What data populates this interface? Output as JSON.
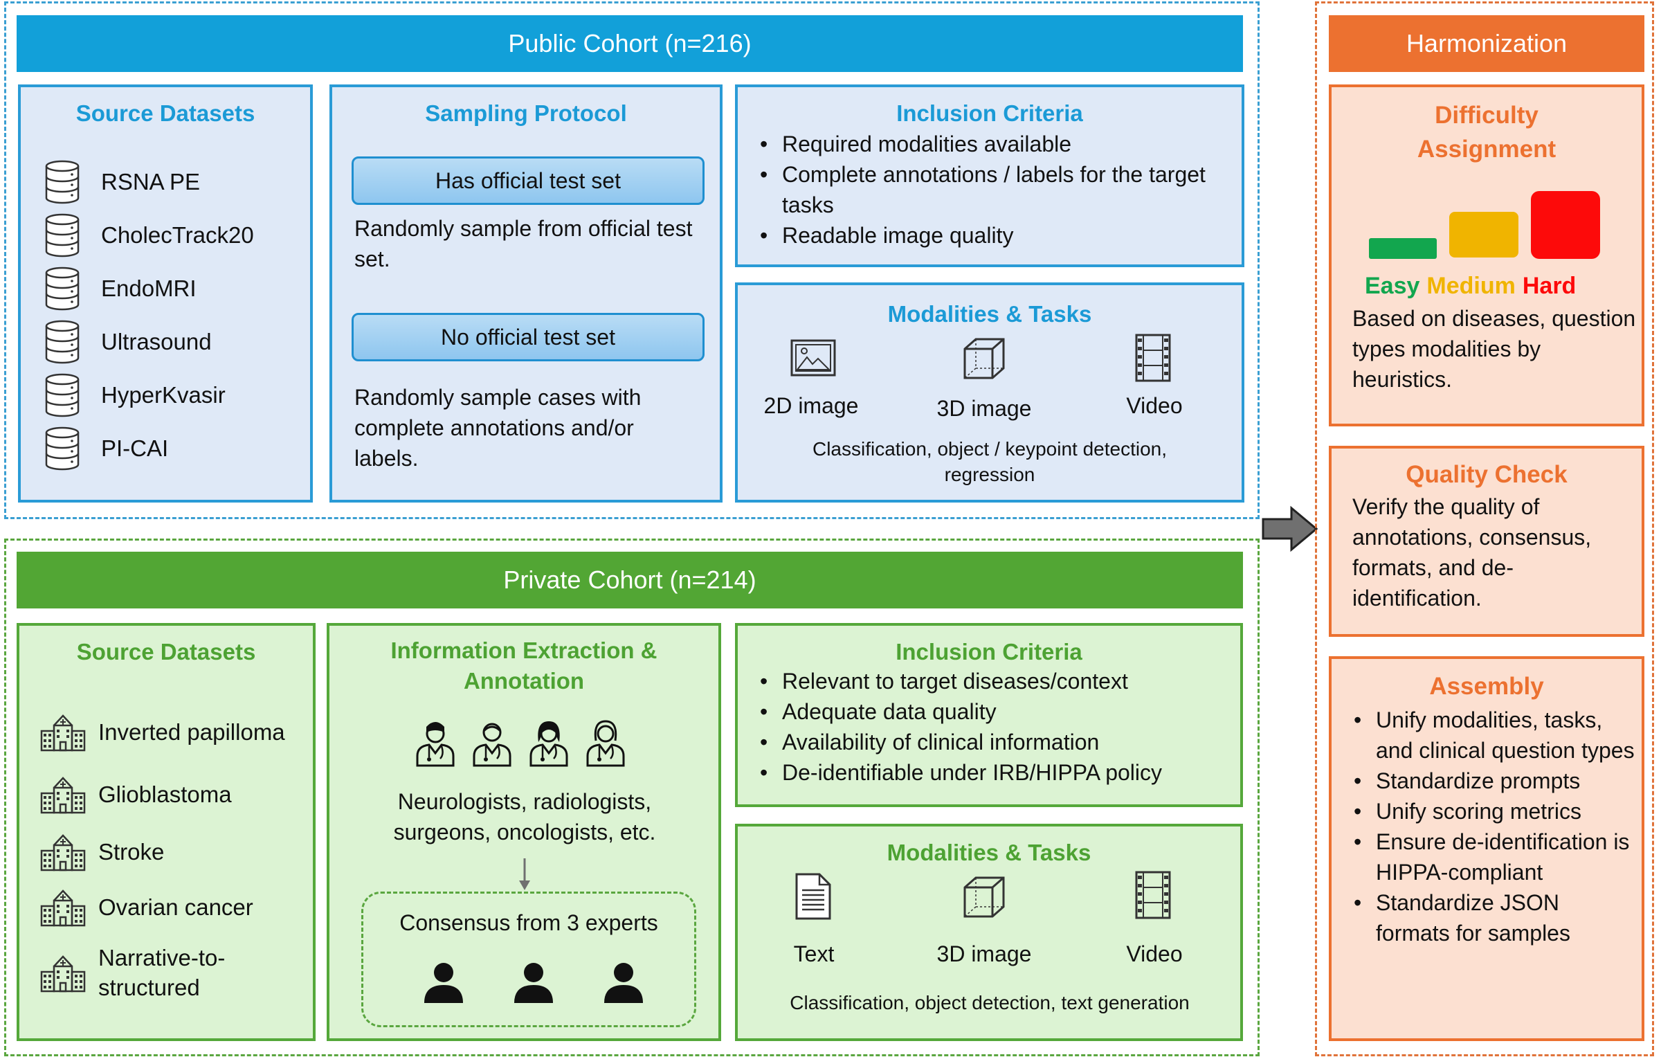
{
  "public": {
    "banner": "Public Cohort (n=216)",
    "source": {
      "title": "Source Datasets",
      "items": [
        "RSNA PE",
        "CholecTrack20",
        "EndoMRI",
        "Ultrasound",
        "HyperKvasir",
        "PI-CAI"
      ]
    },
    "sampling": {
      "title": "Sampling Protocol",
      "pill1": "Has official test set",
      "text1": "Randomly sample from official test set.",
      "pill2": "No official test set",
      "text2": "Randomly sample cases with complete annotations and/or labels."
    },
    "inclusion": {
      "title": "Inclusion Criteria",
      "bullets": [
        "Required modalities available",
        "Complete annotations / labels for the target tasks",
        "Readable image quality"
      ]
    },
    "modalities": {
      "title": "Modalities & Tasks",
      "labels": [
        "2D image",
        "3D image",
        "Video"
      ],
      "tasks": "Classification, object / keypoint detection, regression"
    }
  },
  "private": {
    "banner": "Private Cohort (n=214)",
    "source": {
      "title": "Source Datasets",
      "items": [
        "Inverted papilloma",
        "Glioblastoma",
        "Stroke",
        "Ovarian cancer",
        "Narrative-to-structured"
      ]
    },
    "extraction": {
      "title": "Information Extraction & Annotation",
      "experts": "Neurologists, radiologists, surgeons, oncologists, etc.",
      "consensus": "Consensus from 3 experts"
    },
    "inclusion": {
      "title": "Inclusion Criteria",
      "bullets": [
        "Relevant to target diseases/context",
        "Adequate data quality",
        "Availability of clinical information",
        "De-identifiable under IRB/HIPPA policy"
      ]
    },
    "modalities": {
      "title": "Modalities & Tasks",
      "labels": [
        "Text",
        "3D image",
        "Video"
      ],
      "tasks": "Classification, object detection, text generation"
    }
  },
  "harmonization": {
    "banner": "Harmonization",
    "difficulty": {
      "title": "Difficulty Assignment",
      "levels": [
        {
          "label": "Easy",
          "color": "#12a64e"
        },
        {
          "label": "Medium",
          "color": "#f0b400"
        },
        {
          "label": "Hard",
          "color": "#fd0a0a"
        }
      ],
      "text": "Based on diseases, question types modalities by heuristics."
    },
    "quality": {
      "title": "Quality Check",
      "text": "Verify the quality of annotations, consensus, formats, and de-identification."
    },
    "assembly": {
      "title": "Assembly",
      "bullets": [
        "Unify modalities, tasks, and clinical question types",
        "Standardize prompts",
        "Unify scoring metrics",
        "Ensure de-identification is HIPPA-compliant",
        "Standardize JSON formats for samples"
      ]
    }
  },
  "icons": {
    "database": "database-icon",
    "hospital": "hospital-icon",
    "doctor": "doctor-icon",
    "person": "person-icon",
    "image2d": "image-icon",
    "cube3d": "cube-icon",
    "video": "film-strip-icon",
    "document": "document-icon",
    "arrow": "right-arrow-icon"
  }
}
